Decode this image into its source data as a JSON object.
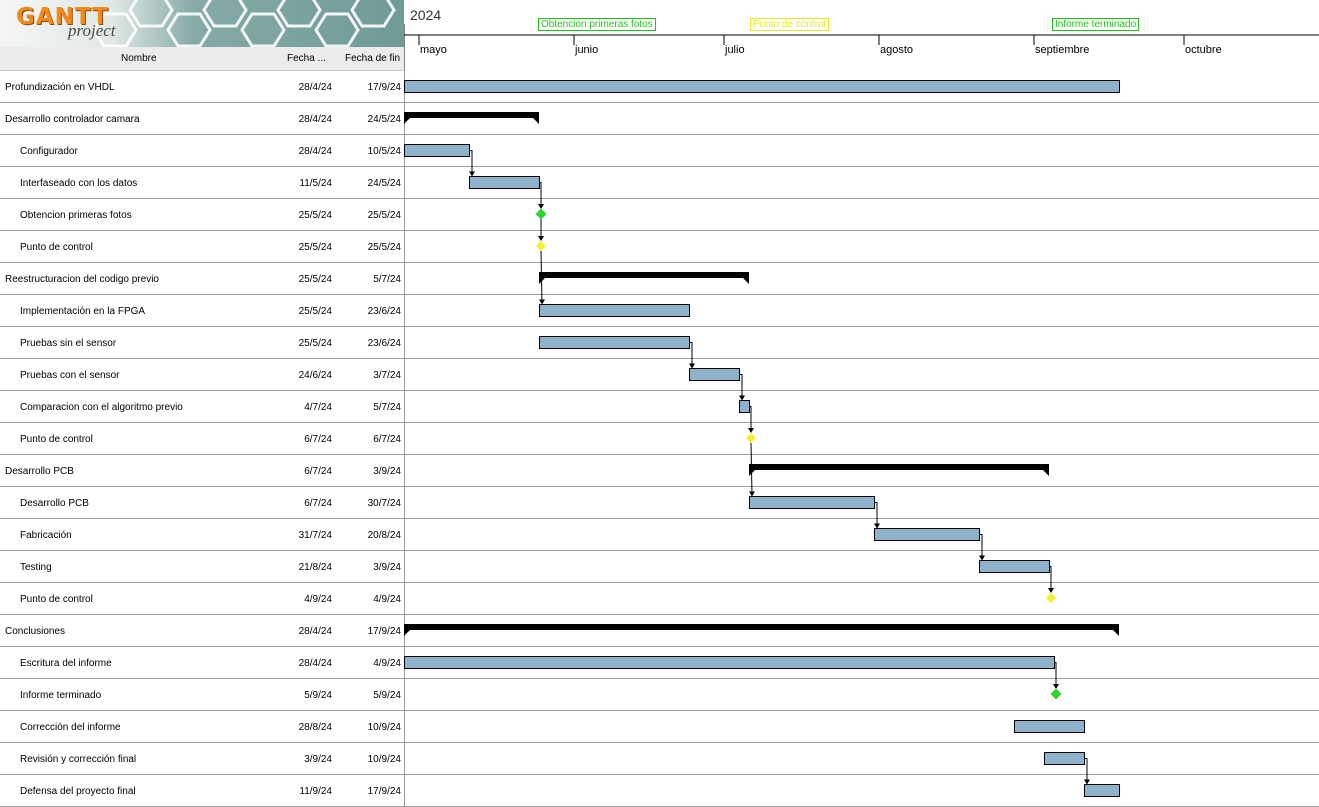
{
  "app": {
    "logo_text": "GANTT",
    "logo_subtext": "project"
  },
  "table": {
    "headers": {
      "name": "Nombre",
      "start": "Fecha ...",
      "end": "Fecha de fin"
    }
  },
  "timeline": {
    "year": "2024",
    "months": [
      "mayo",
      "junio",
      "julio",
      "agosto",
      "septiembre",
      "octubre"
    ],
    "milestone_flags": [
      {
        "label": "Obtencion primeras fotos",
        "color": "#22c022"
      },
      {
        "label": "Punto de control",
        "color": "#e8e82a"
      },
      {
        "label": "Informe terminado",
        "color": "#22c022"
      }
    ]
  },
  "colors": {
    "task_bar": "#8fb2cc",
    "summary_bar": "#000000",
    "milestone_green": "#22dd22",
    "milestone_yellow": "#f2f230",
    "row_border": "#9a9a9a"
  },
  "tasks": [
    {
      "name": "Profundización en VHDL",
      "start": "28/4/24",
      "end": "17/9/24",
      "level": 0,
      "type": "task"
    },
    {
      "name": "Desarrollo controlador camara",
      "start": "28/4/24",
      "end": "24/5/24",
      "level": 0,
      "type": "summary"
    },
    {
      "name": "Configurador",
      "start": "28/4/24",
      "end": "10/5/24",
      "level": 1,
      "type": "task"
    },
    {
      "name": "Interfaseado con los datos",
      "start": "11/5/24",
      "end": "24/5/24",
      "level": 1,
      "type": "task"
    },
    {
      "name": "Obtencion primeras fotos",
      "start": "25/5/24",
      "end": "25/5/24",
      "level": 1,
      "type": "milestone",
      "color": "green"
    },
    {
      "name": "Punto de control",
      "start": "25/5/24",
      "end": "25/5/24",
      "level": 1,
      "type": "milestone",
      "color": "yellow"
    },
    {
      "name": "Reestructuracion del codigo previo",
      "start": "25/5/24",
      "end": "5/7/24",
      "level": 0,
      "type": "summary"
    },
    {
      "name": "Implementación en la FPGA",
      "start": "25/5/24",
      "end": "23/6/24",
      "level": 1,
      "type": "task"
    },
    {
      "name": "Pruebas sin el sensor",
      "start": "25/5/24",
      "end": "23/6/24",
      "level": 1,
      "type": "task"
    },
    {
      "name": "Pruebas con el sensor",
      "start": "24/6/24",
      "end": "3/7/24",
      "level": 1,
      "type": "task"
    },
    {
      "name": "Comparacion con el algoritmo previo",
      "start": "4/7/24",
      "end": "5/7/24",
      "level": 1,
      "type": "task"
    },
    {
      "name": "Punto de control",
      "start": "6/7/24",
      "end": "6/7/24",
      "level": 1,
      "type": "milestone",
      "color": "yellow"
    },
    {
      "name": "Desarrollo PCB",
      "start": "6/7/24",
      "end": "3/9/24",
      "level": 0,
      "type": "summary"
    },
    {
      "name": "Desarrollo PCB",
      "start": "6/7/24",
      "end": "30/7/24",
      "level": 1,
      "type": "task"
    },
    {
      "name": "Fabricación",
      "start": "31/7/24",
      "end": "20/8/24",
      "level": 1,
      "type": "task"
    },
    {
      "name": "Testing",
      "start": "21/8/24",
      "end": "3/9/24",
      "level": 1,
      "type": "task"
    },
    {
      "name": "Punto de control",
      "start": "4/9/24",
      "end": "4/9/24",
      "level": 1,
      "type": "milestone",
      "color": "yellow"
    },
    {
      "name": "Conclusiones",
      "start": "28/4/24",
      "end": "17/9/24",
      "level": 0,
      "type": "summary"
    },
    {
      "name": "Escritura del informe",
      "start": "28/4/24",
      "end": "4/9/24",
      "level": 1,
      "type": "task"
    },
    {
      "name": "Informe terminado",
      "start": "5/9/24",
      "end": "5/9/24",
      "level": 1,
      "type": "milestone",
      "color": "green"
    },
    {
      "name": "Corrección del informe",
      "start": "28/8/24",
      "end": "10/9/24",
      "level": 1,
      "type": "task"
    },
    {
      "name": "Revisión y corrección final",
      "start": "3/9/24",
      "end": "10/9/24",
      "level": 1,
      "type": "task"
    },
    {
      "name": "Defensa del proyecto final",
      "start": "11/9/24",
      "end": "17/9/24",
      "level": 1,
      "type": "task"
    }
  ],
  "dependencies": [
    [
      2,
      3
    ],
    [
      3,
      4
    ],
    [
      4,
      5
    ],
    [
      5,
      7
    ],
    [
      8,
      9
    ],
    [
      9,
      10
    ],
    [
      10,
      11
    ],
    [
      11,
      13
    ],
    [
      13,
      14
    ],
    [
      14,
      15
    ],
    [
      15,
      16
    ],
    [
      18,
      19
    ],
    [
      21,
      22
    ]
  ]
}
